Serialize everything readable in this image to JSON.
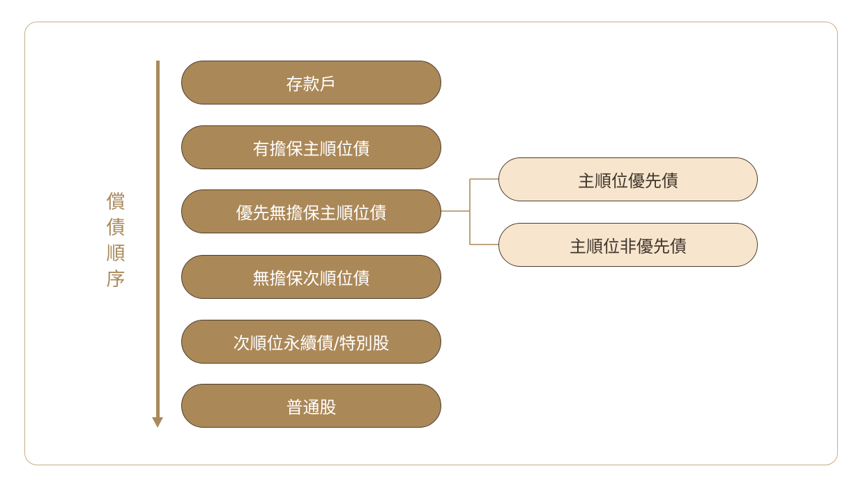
{
  "diagram": {
    "axis_label": "償\n債\n順\n序",
    "ranks": [
      "存款戶",
      "有擔保主順位債",
      "優先無擔保主順位債",
      "無擔保次順位債",
      "次順位永續債/特別股",
      "普通股"
    ],
    "sub_branches": {
      "parent": "優先無擔保主順位債",
      "items": [
        "主順位優先債",
        "主順位非優先債"
      ]
    },
    "colors": {
      "primary_fill": "#ab8858",
      "secondary_fill": "#f7e5cd",
      "accent": "#a98a5b",
      "outline": "#4b3c2e"
    }
  }
}
